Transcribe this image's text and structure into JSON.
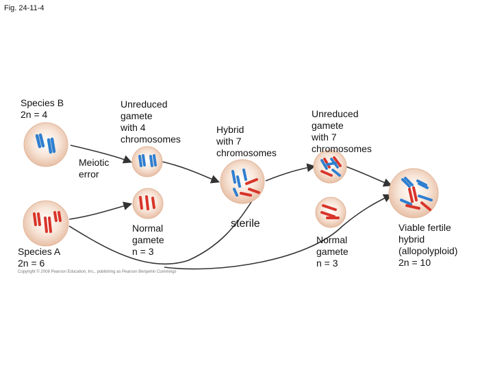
{
  "figure_label": "Fig. 24-11-4",
  "labels": {
    "species_b_name": "Species B",
    "species_b_ploidy": "2n = 4",
    "unreduced_4": "Unreduced\ngamete\nwith 4\nchromosomes",
    "meiotic_error": "Meiotic\nerror",
    "hybrid_7": "Hybrid\nwith 7\nchromosomes",
    "unreduced_7": "Unreduced\ngamete\nwith 7\nchromosomes",
    "sterile": "sterile",
    "normal_gamete_1": "Normal\ngamete\nn = 3",
    "normal_gamete_2": "Normal\ngamete\nn = 3",
    "species_a_name": "Species A",
    "species_a_ploidy": "2n = 6",
    "viable_hybrid": "Viable fertile\nhybrid\n(allopolyploid)\n2n = 10"
  },
  "copyright": "Copyright © 2008 Pearson Education, Inc., publishing as Pearson Benjamin Cummings",
  "colors": {
    "blue_chromosome": "#2f7fd0",
    "red_chromosome": "#d8342a",
    "cell_fill": "#f3d9c8"
  }
}
